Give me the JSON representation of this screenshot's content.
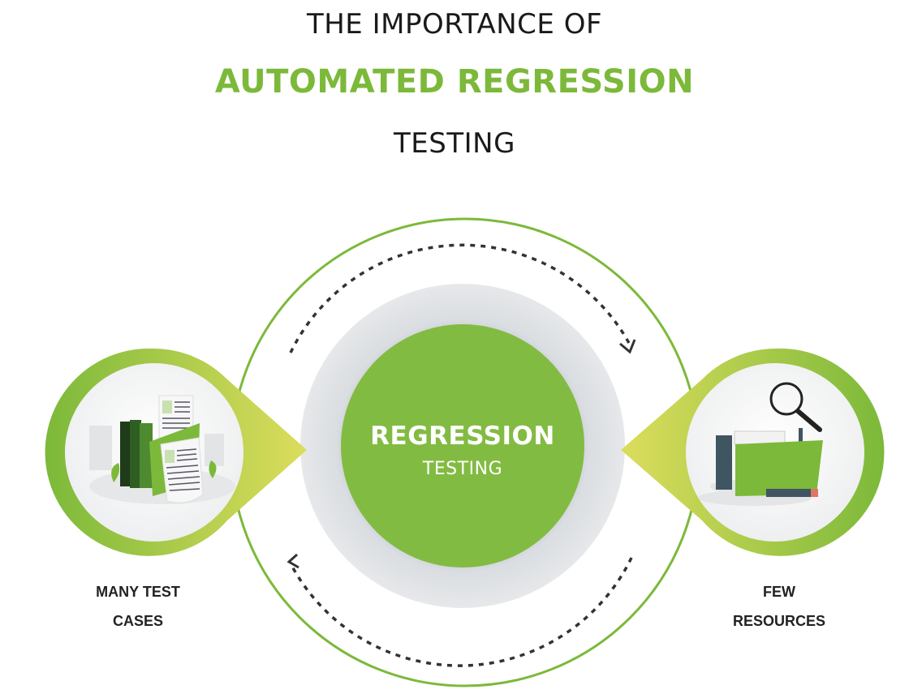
{
  "title": {
    "line1": "THE IMPORTANCE OF",
    "line2": "AUTOMATED REGRESSION",
    "line3": "TESTING"
  },
  "center": {
    "title": "REGRESSION",
    "subtitle": "TESTING"
  },
  "left_node": {
    "icon": "documents-folders-icon",
    "label_line1": "MANY TEST",
    "label_line2": "CASES"
  },
  "right_node": {
    "icon": "folder-magnifier-icon",
    "label_line1": "FEW",
    "label_line2": "RESOURCES"
  },
  "colors": {
    "accent_green": "#7cb93a",
    "center_green": "#82bb42",
    "gradient_yellow": "#d9dc5a",
    "dark_text": "#1a1a1a",
    "grey_ring": "#e1e4e7"
  }
}
